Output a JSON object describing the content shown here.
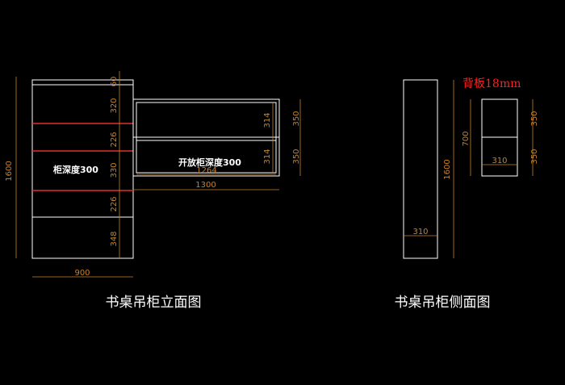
{
  "front_view": {
    "caption": "书桌吊柜立面图",
    "label_main": "柜深度300",
    "label_open": "开放柜深度300",
    "overall_height": "1600",
    "overall_width": "900",
    "shelf_dims": [
      "60",
      "320",
      "226",
      "330",
      "226",
      "348"
    ],
    "open_heights": [
      "314",
      "314"
    ],
    "open_outer": [
      "350",
      "350"
    ],
    "open_inner_width": "1264",
    "total_width": "1300"
  },
  "side_view": {
    "caption": "书桌吊柜侧面图",
    "note": "背板18mm",
    "tall_height": "1600",
    "tall_depth": "310",
    "small_height": "700",
    "small_depth": "310",
    "small_outer": [
      "350",
      "350"
    ]
  },
  "colors": {
    "line": "#ffffff",
    "dimension": "#c8832a",
    "shelf": "#e03030",
    "note": "#ff2020"
  }
}
